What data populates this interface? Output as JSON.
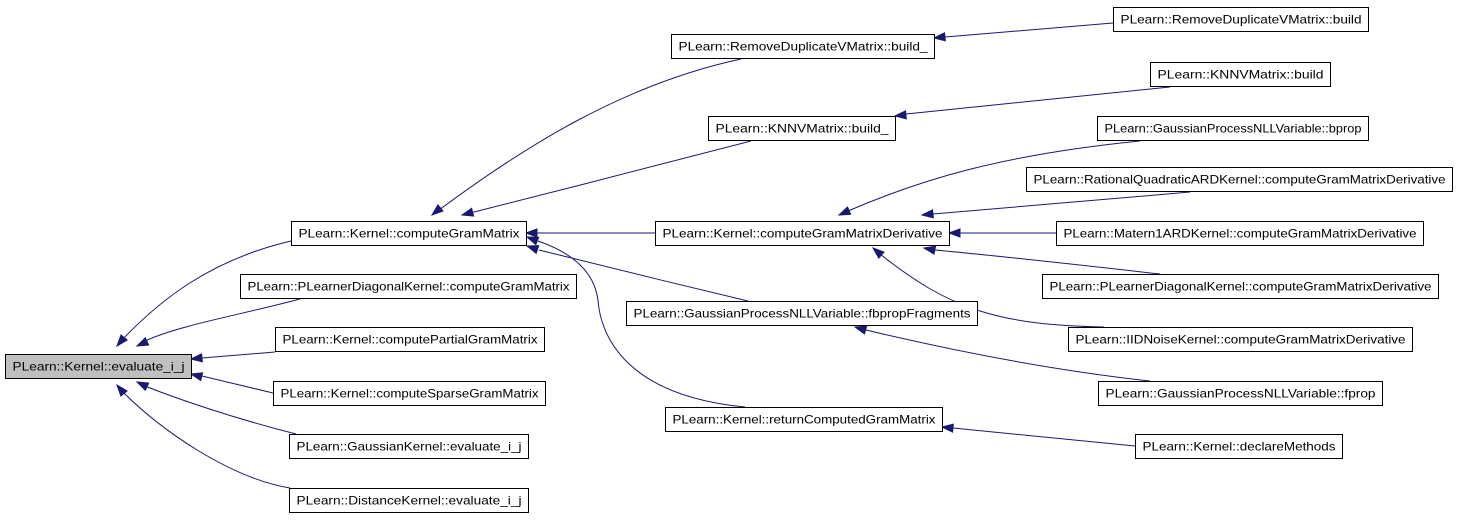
{
  "graph": {
    "nodes": [
      {
        "id": "evaluate_i_j",
        "label": "PLearn::Kernel::evaluate_i_j",
        "root": true
      },
      {
        "id": "computeGramMatrix",
        "label": "PLearn::Kernel::computeGramMatrix"
      },
      {
        "id": "pldk_computeGramMatrix",
        "label": "PLearn::PLearnerDiagonalKernel::computeGramMatrix"
      },
      {
        "id": "computePartialGramMatrix",
        "label": "PLearn::Kernel::computePartialGramMatrix"
      },
      {
        "id": "computeSparseGramMatrix",
        "label": "PLearn::Kernel::computeSparseGramMatrix"
      },
      {
        "id": "gaussian_evaluate_i_j",
        "label": "PLearn::GaussianKernel::evaluate_i_j"
      },
      {
        "id": "distance_evaluate_i_j",
        "label": "PLearn::DistanceKernel::evaluate_i_j"
      },
      {
        "id": "rdvm_build_",
        "label": "PLearn::RemoveDuplicateVMatrix::build_"
      },
      {
        "id": "knnv_build_",
        "label": "PLearn::KNNVMatrix::build_"
      },
      {
        "id": "computeGramMatrixDerivative",
        "label": "PLearn::Kernel::computeGramMatrixDerivative"
      },
      {
        "id": "gpnll_fbpropFragments",
        "label": "PLearn::GaussianProcessNLLVariable::fbpropFragments"
      },
      {
        "id": "returnComputedGramMatrix",
        "label": "PLearn::Kernel::returnComputedGramMatrix"
      },
      {
        "id": "rdvm_build",
        "label": "PLearn::RemoveDuplicateVMatrix::build"
      },
      {
        "id": "knnv_build",
        "label": "PLearn::KNNVMatrix::build"
      },
      {
        "id": "gpnll_bprop",
        "label": "PLearn::GaussianProcessNLLVariable::bprop"
      },
      {
        "id": "rqard_deriv",
        "label": "PLearn::RationalQuadraticARDKernel::computeGramMatrixDerivative"
      },
      {
        "id": "matern_deriv",
        "label": "PLearn::Matern1ARDKernel::computeGramMatrixDerivative"
      },
      {
        "id": "pldk_deriv",
        "label": "PLearn::PLearnerDiagonalKernel::computeGramMatrixDerivative"
      },
      {
        "id": "iid_deriv",
        "label": "PLearn::IIDNoiseKernel::computeGramMatrixDerivative"
      },
      {
        "id": "gpnll_fprop",
        "label": "PLearn::GaussianProcessNLLVariable::fprop"
      },
      {
        "id": "declareMethods",
        "label": "PLearn::Kernel::declareMethods"
      }
    ]
  }
}
